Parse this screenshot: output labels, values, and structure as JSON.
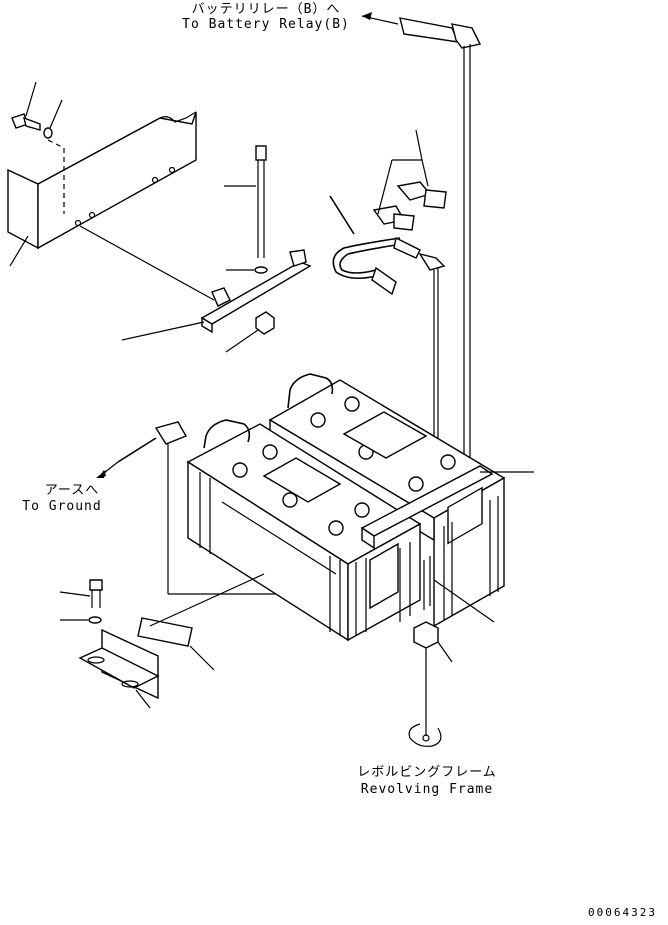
{
  "labels": {
    "battery_relay_jp": "バッテリリレー（B）へ",
    "battery_relay_en": "To Battery Relay(B)",
    "ground_jp": "アースへ",
    "ground_en": "To Ground",
    "frame_jp": "レボルビングフレーム",
    "frame_en": "Revolving Frame",
    "drawing_code": "00064323"
  },
  "colors": {
    "line": "#000000",
    "background": "#ffffff"
  }
}
